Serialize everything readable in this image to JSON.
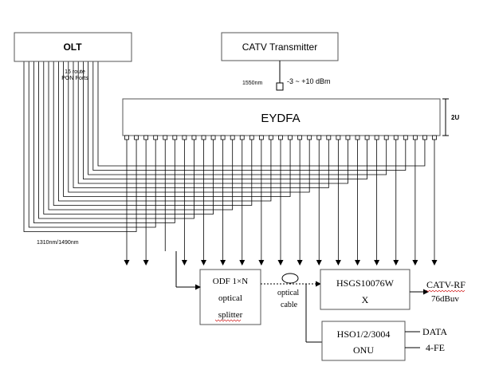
{
  "olt": {
    "label": "OLT"
  },
  "pon_ports": {
    "line1": "16 route",
    "line2": "PON Ports"
  },
  "catv_transmitter": {
    "label": "CATV Transmitter"
  },
  "input_wavelength": "1550nm",
  "input_power": "-3 ~ +10 dBm",
  "eydfa": {
    "label": "EYDFA"
  },
  "rack_height": "2U",
  "upstream_wavelengths": "1310nm/1490nm",
  "odf": {
    "line1": "ODF 1×N",
    "line2": "optical",
    "line3": "splitter"
  },
  "optical_cable": {
    "line1": "optical",
    "line2": "cable"
  },
  "receiver": {
    "line1": "HSGS10076W",
    "line2": "X"
  },
  "catv_rf": {
    "line1": "CATV-RF",
    "line2": "76dBuv"
  },
  "onu": {
    "line1": "HSO1/2/3004",
    "line2": "ONU"
  },
  "data_port": "DATA",
  "fe_port": "4-FE",
  "colors": {
    "stroke": "#000000",
    "box_border": "#555555",
    "text": "#000000",
    "background": "#ffffff"
  }
}
